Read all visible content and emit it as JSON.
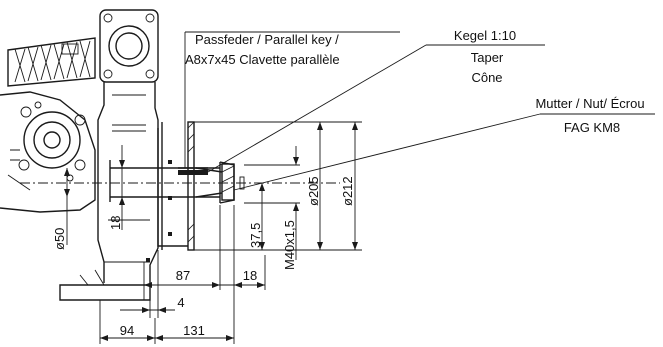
{
  "callouts": {
    "key": {
      "line1": "Passfeder / Parallel key /",
      "line2": "A8x7x45  Clavette parallèle"
    },
    "taper": {
      "line1": "Kegel 1:10",
      "line2": "Taper",
      "line3": "Cône"
    },
    "nut": {
      "line1": "Mutter / Nut/ Écrou",
      "line2": "FAG KM8"
    }
  },
  "dimensions": {
    "d_shaft": "ø50",
    "d_hub": "ø205",
    "d_flange": "ø212",
    "thread": "M40x1,5",
    "h_37_5": "37,5",
    "h_18": "18",
    "l_87": "87",
    "l_18": "18",
    "l_4": "4",
    "l_94": "94",
    "l_131": "131"
  }
}
